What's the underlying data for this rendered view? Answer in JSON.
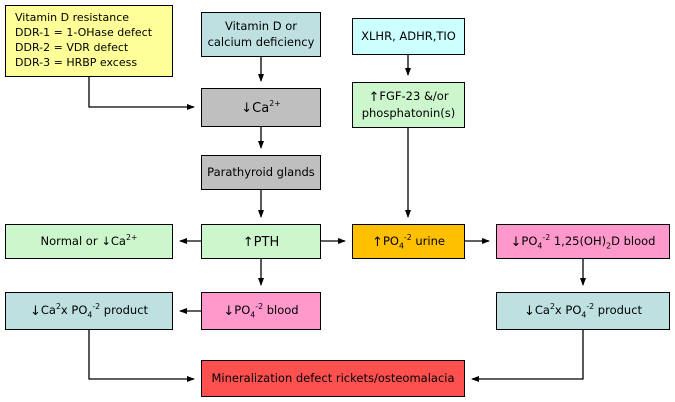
{
  "diagram": {
    "title": "Pathophysiology of rickets/osteomalacia flowchart",
    "type": "flowchart",
    "background": "#ffffff",
    "edge_color": "#000000",
    "palette": {
      "yellow": "#FFFF99",
      "light_blue": "#BFE0E0",
      "cyan": "#CCFFFF",
      "gray": "#BFBFBF",
      "light_green": "#CCF7CC",
      "orange": "#FFC000",
      "pink": "#FF99CC",
      "red": "#FF5050"
    },
    "nodes": [
      {
        "id": "vitamin-d-resistance",
        "lines": [
          "Vitamin D resistance",
          "DDR-1 = 1-OHase defect",
          "DDR-2 = VDR defect",
          "DDR-3 = HRBP excess"
        ],
        "fill": "#FFFF99",
        "align": "left"
      },
      {
        "id": "vitamin-d-or-calcium-deficiency",
        "lines": [
          "Vitamin D or",
          "calcium deficiency"
        ],
        "fill": "#BFE0E0",
        "align": "center"
      },
      {
        "id": "xlhr-adhr-tio",
        "lines": [
          "XLHR, ADHR,TIO"
        ],
        "fill": "#CCFFFF",
        "align": "center"
      },
      {
        "id": "low-calcium",
        "lines": [
          "↓Ca",
          "sup:2+"
        ],
        "text": "↓Ca2+",
        "fill": "#BFBFBF",
        "align": "center"
      },
      {
        "id": "high-fgf23-phosphatonins",
        "lines": [
          "↑FGF-23 &/or",
          "phosphatonin(s)"
        ],
        "fill": "#CCF7CC",
        "align": "center"
      },
      {
        "id": "parathyroid-glands",
        "lines": [
          "Parathyroid glands"
        ],
        "fill": "#BFBFBF",
        "align": "center"
      },
      {
        "id": "normal-or-low-calcium",
        "lines": [
          "Normal or ↓Ca2+"
        ],
        "fill": "#CCF7CC",
        "align": "center"
      },
      {
        "id": "high-pth",
        "lines": [
          "↑PTH"
        ],
        "fill": "#CCF7CC",
        "align": "center"
      },
      {
        "id": "high-phosphate-urine",
        "lines": [
          "↑PO4-2 urine"
        ],
        "fill": "#FFC000",
        "align": "center"
      },
      {
        "id": "low-phosphate-vitd-blood",
        "lines": [
          "↓PO4-2 1,25(OH)2D blood"
        ],
        "fill": "#FF99CC",
        "align": "center"
      },
      {
        "id": "low-calcium-phosphate-product-left",
        "lines": [
          "↓Ca2x PO4-2 product"
        ],
        "fill": "#BFE0E0",
        "align": "center"
      },
      {
        "id": "low-phosphate-blood",
        "lines": [
          "↓PO4-2 blood"
        ],
        "fill": "#FF99CC",
        "align": "center"
      },
      {
        "id": "low-calcium-phosphate-product-right",
        "lines": [
          "↓Ca2x PO4-2 product"
        ],
        "fill": "#BFE0E0",
        "align": "center"
      },
      {
        "id": "mineralization-defect",
        "lines": [
          "Mineralization defect rickets/osteomalacia"
        ],
        "fill": "#FF5050",
        "align": "center"
      }
    ],
    "labels": {
      "vitamin_d_resistance_line1": "Vitamin D resistance",
      "vitamin_d_resistance_line2": "DDR-1 = 1-OHase defect",
      "vitamin_d_resistance_line3": "DDR-2 = VDR defect",
      "vitamin_d_resistance_line4": "DDR-3 = HRBP excess",
      "vitamin_d_deficiency_line1": "Vitamin D or",
      "vitamin_d_deficiency_line2": "calcium deficiency",
      "xlhr": "XLHR, ADHR,TIO",
      "low_calcium_prefix": "↓Ca",
      "low_calcium_sup": "2+",
      "fgf23_line1_arrow": "↑",
      "fgf23_line1_text": "FGF-23 &/or",
      "fgf23_line2": "phosphatonin(s)",
      "parathyroid_glands": "Parathyroid glands",
      "normal_or_low_calcium_prefix": "Normal or ↓Ca",
      "normal_or_low_calcium_sup": "2+",
      "high_pth": "↑PTH",
      "high_phosphate_urine_arrow": "↑",
      "high_phosphate_urine_po": "PO",
      "high_phosphate_urine_sub": "4",
      "high_phosphate_urine_sup": "-2",
      "high_phosphate_urine_suffix": " urine",
      "low_phos_vitd_arrow": "↓",
      "low_phos_vitd_po": "PO",
      "low_phos_vitd_sub": "4",
      "low_phos_vitd_sup": "-2",
      "low_phos_vitd_mid": " 1,25(OH)",
      "low_phos_vitd_sub2": "2",
      "low_phos_vitd_suffix": "D blood",
      "product_arrow": "↓",
      "product_ca": "Ca",
      "product_ca_sup": "2",
      "product_x": "x PO",
      "product_po_sub": "4",
      "product_po_sup": "-2",
      "product_suffix": " product",
      "low_phosphate_blood_arrow": "↓",
      "low_phosphate_blood_po": "PO",
      "low_phosphate_blood_sub": "4",
      "low_phosphate_blood_sup": "-2",
      "low_phosphate_blood_suffix": " blood",
      "mineralization_defect": "Mineralization defect rickets/osteomalacia"
    },
    "edges": [
      {
        "from": "vitamin-d-resistance",
        "to": "low-calcium"
      },
      {
        "from": "vitamin-d-or-calcium-deficiency",
        "to": "low-calcium"
      },
      {
        "from": "low-calcium",
        "to": "parathyroid-glands"
      },
      {
        "from": "parathyroid-glands",
        "to": "high-pth"
      },
      {
        "from": "high-pth",
        "to": "normal-or-low-calcium"
      },
      {
        "from": "high-pth",
        "to": "high-phosphate-urine"
      },
      {
        "from": "high-fgf23-phosphatonins",
        "to": "high-phosphate-urine"
      },
      {
        "from": "high-phosphate-urine",
        "to": "low-phosphate-vitd-blood"
      },
      {
        "from": "high-pth",
        "to": "low-phosphate-blood"
      },
      {
        "from": "low-phosphate-blood",
        "to": "low-calcium-phosphate-product-left"
      },
      {
        "from": "low-phosphate-vitd-blood",
        "to": "low-calcium-phosphate-product-right"
      },
      {
        "from": "low-calcium-phosphate-product-left",
        "to": "mineralization-defect"
      },
      {
        "from": "low-calcium-phosphate-product-right",
        "to": "mineralization-defect"
      },
      {
        "from": "xlhr-adhr-tio",
        "to": "high-fgf23-phosphatonins"
      }
    ]
  }
}
